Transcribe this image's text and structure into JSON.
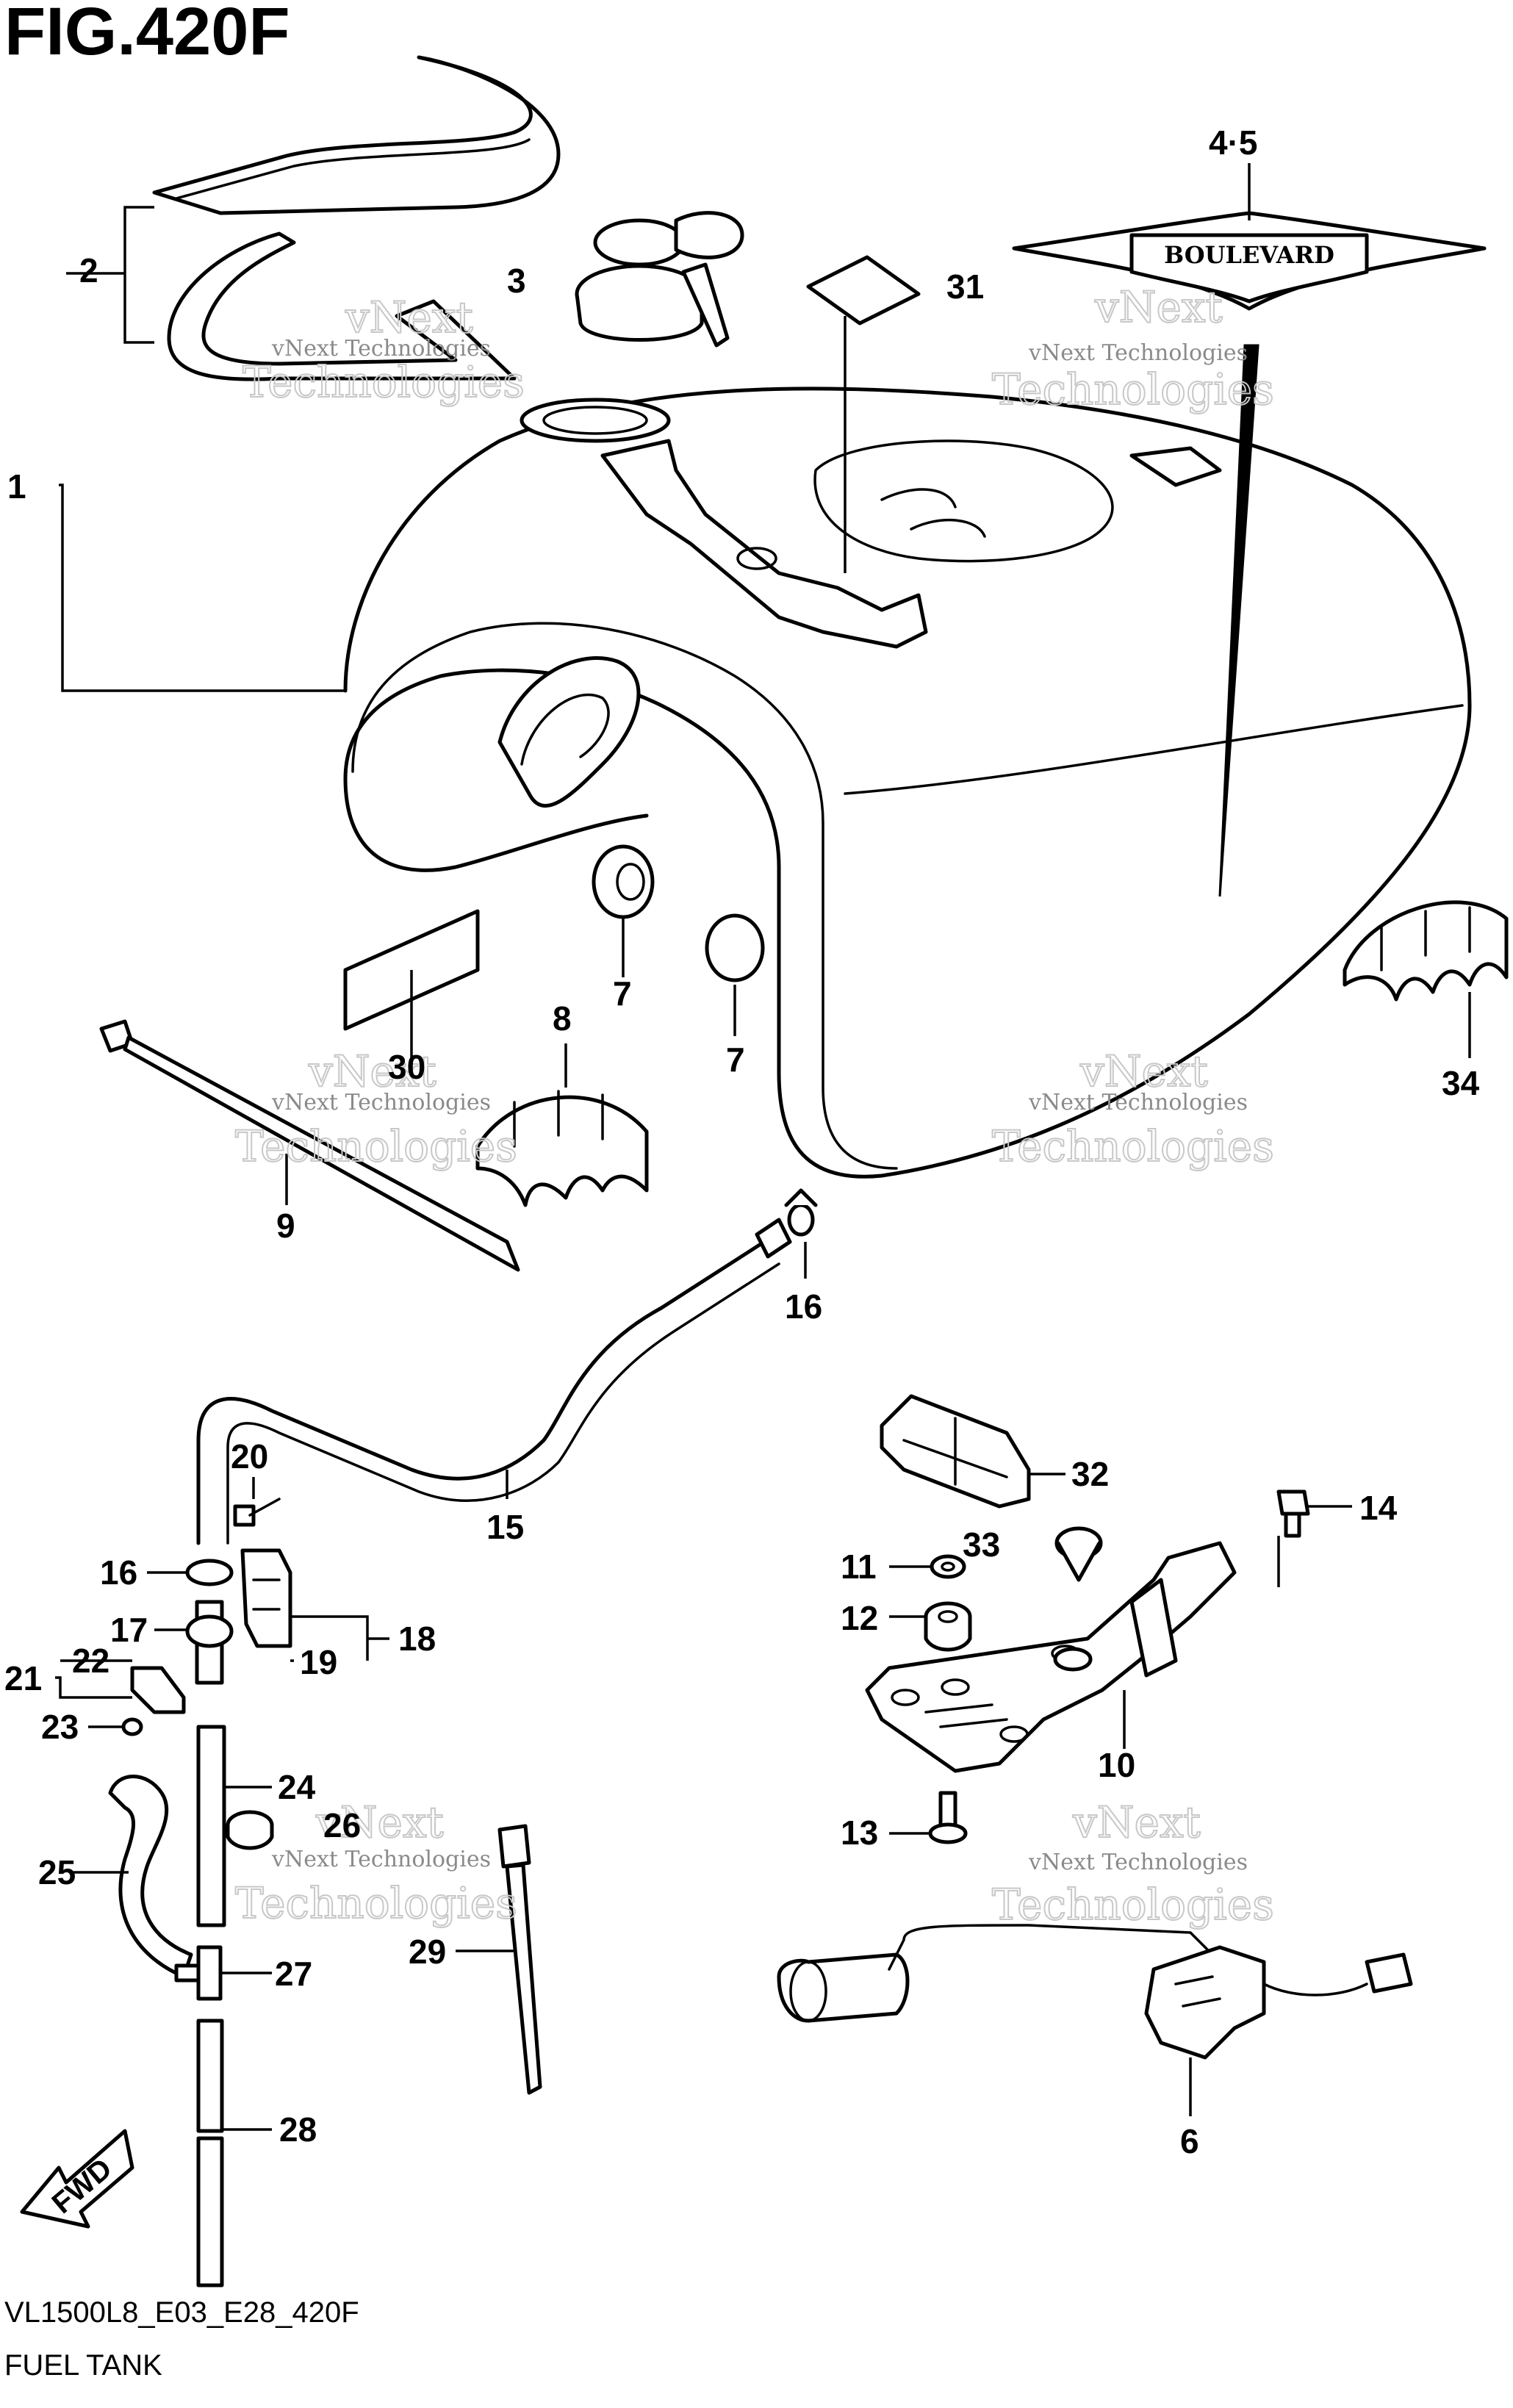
{
  "figure": {
    "title": "FIG.420F",
    "model_code": "VL1500L8_E03_E28_420F",
    "caption": "FUEL TANK"
  },
  "watermark": {
    "line1": "vNext Technologies",
    "line2": "vNext",
    "line3": "Technologies"
  },
  "emblem_text": "BOULEVARD",
  "fwd_text": "FWD",
  "callouts": {
    "p1": "1",
    "p2": "2",
    "p3": "3",
    "p45": "4·5",
    "p6": "6",
    "p7a": "7",
    "p7b": "7",
    "p8": "8",
    "p9": "9",
    "p10": "10",
    "p11": "11",
    "p12": "12",
    "p13": "13",
    "p14": "14",
    "p15": "15",
    "p16a": "16",
    "p16b": "16",
    "p17": "17",
    "p18": "18",
    "p19": "19",
    "p20": "20",
    "p21": "21",
    "p22": "22",
    "p23": "23",
    "p24": "24",
    "p25": "25",
    "p26": "26",
    "p27": "27",
    "p28": "28",
    "p29": "29",
    "p30": "30",
    "p31": "31",
    "p32": "32",
    "p33": "33",
    "p34": "34"
  }
}
